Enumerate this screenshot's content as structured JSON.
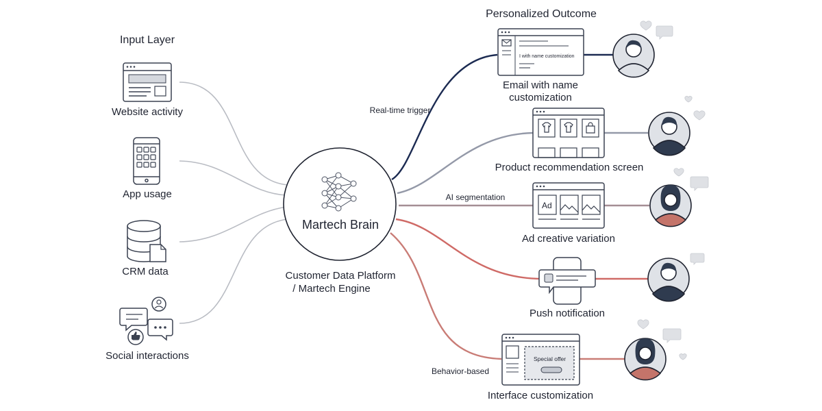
{
  "input_layer": {
    "heading": "Input Layer",
    "items": [
      {
        "label": "Website activity",
        "icon": "browser-window-icon"
      },
      {
        "label": "App usage",
        "icon": "smartphone-app-icon"
      },
      {
        "label": "CRM data",
        "icon": "database-icon"
      },
      {
        "label": "Social interactions",
        "icon": "chat-bubbles-icon"
      }
    ]
  },
  "center": {
    "title": "Martech Brain",
    "icon": "neural-network-icon",
    "caption_line1": "Customer Data Platform",
    "caption_line2": "/ Martech Engine"
  },
  "connector_labels": {
    "realtime": "Real-time trigger",
    "ai": "AI segmentation",
    "behavior": "Behavior-based"
  },
  "outcomes": {
    "heading": "Personalized Outcome",
    "items": [
      {
        "label": "Email with name customization",
        "screen_text": "I with name customization",
        "icon": "email-window-icon"
      },
      {
        "label": "Product recommendation screen",
        "icon": "product-grid-icon"
      },
      {
        "label": "Ad creative variation",
        "screen_text": "Ad",
        "icon": "ad-window-icon"
      },
      {
        "label": "Push notification",
        "icon": "push-notification-icon"
      },
      {
        "label": "Interface customization",
        "screen_text": "Special offer",
        "icon": "interface-window-icon"
      }
    ]
  },
  "colors": {
    "input_line": "#b9bcc3",
    "realtime_line": "#1c2b52",
    "product_line": "#9499a8",
    "ai_line": "#a48e94",
    "push_line": "#cf6a66",
    "behavior_line": "#c97c76",
    "avatar_bg": "#dfe2e7",
    "person_dark": "#2f3b4f",
    "person_red": "#c4746a",
    "heart": "#dfe1e5"
  }
}
